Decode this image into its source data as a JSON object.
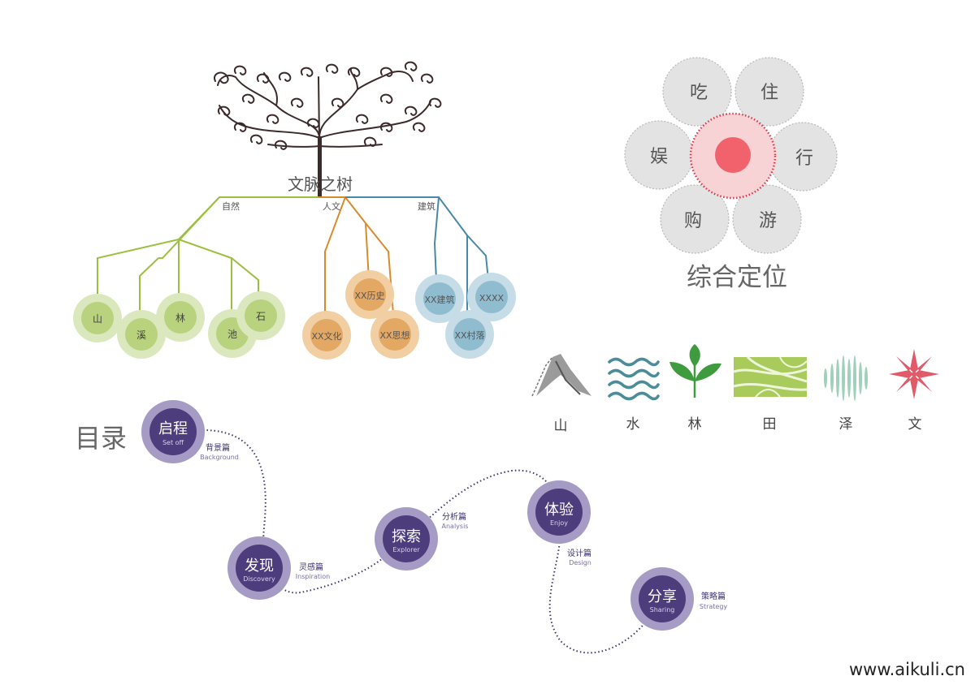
{
  "tree": {
    "title": "文脉之树",
    "branches": [
      "自然",
      "人文",
      "建筑"
    ],
    "nature_nodes": [
      "山",
      "溪",
      "林",
      "池",
      "石"
    ],
    "culture_nodes": [
      "XX历史",
      "XX文化",
      "XX思想"
    ],
    "arch_nodes": [
      "XX建筑",
      "XXXX",
      "XX村落"
    ],
    "colors": {
      "trunk": "#3d2b2b",
      "nature": "#9bbf3f",
      "culture": "#d98a2c",
      "arch": "#4a88a8"
    }
  },
  "flower": {
    "title": "综合定位",
    "petals": [
      "吃",
      "住",
      "行",
      "游",
      "购",
      "娱"
    ],
    "center_color": "#f2626c"
  },
  "elements": {
    "labels": [
      "山",
      "水",
      "林",
      "田",
      "泽",
      "文"
    ]
  },
  "toc": {
    "title": "目录",
    "steps": [
      {
        "cn": "启程",
        "en": "Set off",
        "tag_cn": "背景篇",
        "tag_en": "Background"
      },
      {
        "cn": "发现",
        "en": "Discovery",
        "tag_cn": "灵感篇",
        "tag_en": "Inspiration"
      },
      {
        "cn": "探索",
        "en": "Explorer",
        "tag_cn": "分析篇",
        "tag_en": "Analysis"
      },
      {
        "cn": "体验",
        "en": "Enjoy",
        "tag_cn": "设计篇",
        "tag_en": "Design"
      },
      {
        "cn": "分享",
        "en": "Sharing",
        "tag_cn": "策略篇",
        "tag_en": "Strategy"
      }
    ],
    "colors": {
      "outer": "#a69bc4",
      "inner": "#4e3d7c"
    }
  },
  "watermark": "www.aikuli.cn"
}
